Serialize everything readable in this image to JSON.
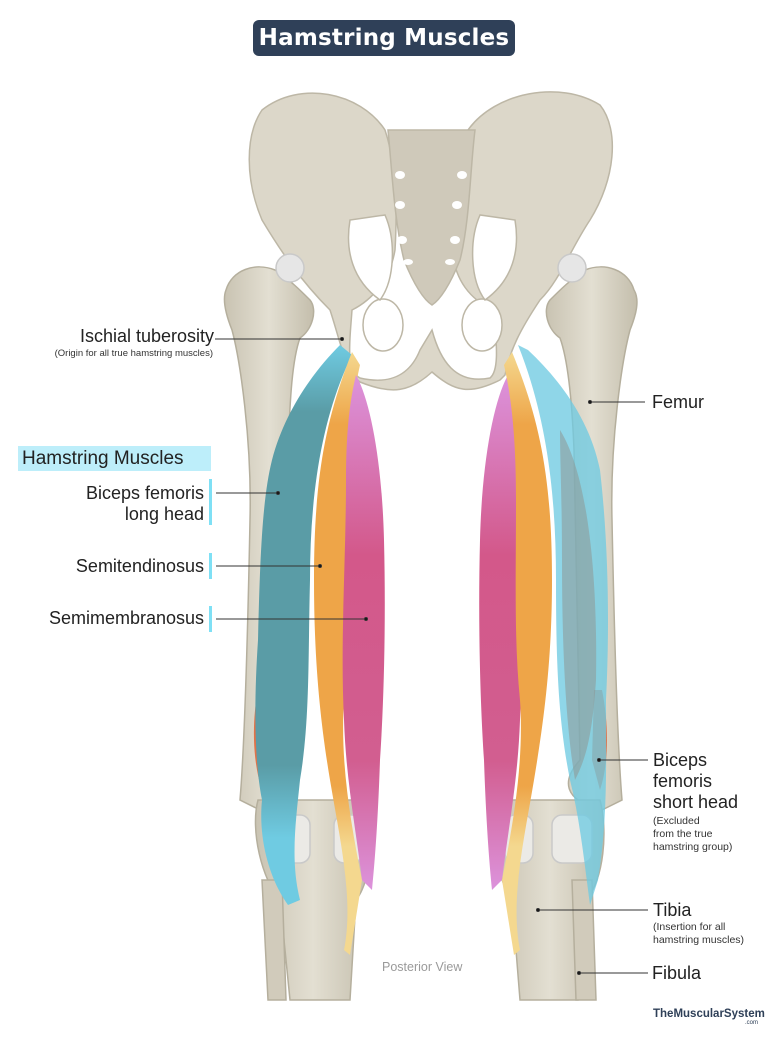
{
  "title": "Hamstring Muscles",
  "labels": {
    "ischial_tuberosity": {
      "main": "Ischial tuberosity",
      "sub": "(Origin for all true hamstring muscles)"
    },
    "femur": {
      "main": "Femur"
    },
    "hamstring_group": {
      "heading": "Hamstring Muscles",
      "items": [
        {
          "line1": "Biceps femoris",
          "line2": "long head"
        },
        {
          "line1": "Semitendinosus"
        },
        {
          "line1": "Semimembranosus"
        }
      ]
    },
    "biceps_short_head": {
      "line1": "Biceps",
      "line2": "femoris",
      "line3": "short head",
      "sub1": "(Excluded",
      "sub2": "from the true",
      "sub3": "hamstring group)"
    },
    "tibia": {
      "main": "Tibia",
      "sub1": "(Insertion for all",
      "sub2": "hamstring muscles)"
    },
    "fibula": {
      "main": "Fibula"
    }
  },
  "view_caption": "Posterior View",
  "brand": {
    "name": "TheMuscularSystem",
    "suffix": ".com"
  },
  "colors": {
    "title_bg": "#2f4058",
    "heading_highlight": "#bdeefa",
    "bracket": "#7fe0f5",
    "bone": "#d9d4c5",
    "bone_shadow": "#b9b3a2",
    "biceps_long_head": "#5a9ca6",
    "biceps_tendon": "#6fcbe2",
    "biceps_short_head": "#e0734a",
    "semitendinosus": "#eea548",
    "semitendinosus_tendon": "#f4d88f",
    "semimembranosus": "#d3588a",
    "semimembranosus_light": "#dc93dc"
  }
}
